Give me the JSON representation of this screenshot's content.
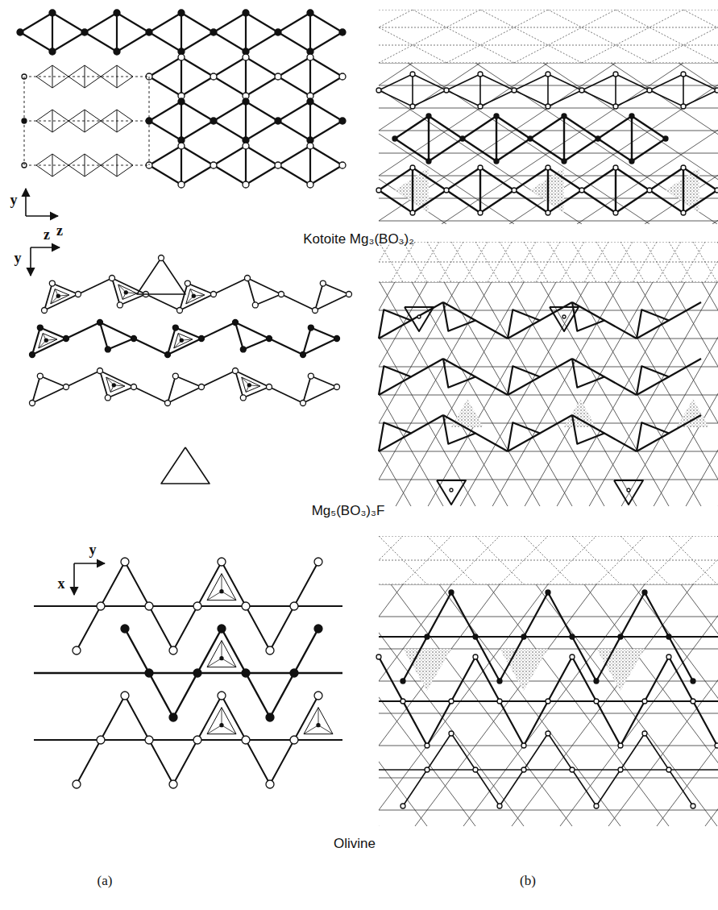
{
  "diagram": {
    "labels": [
      "y",
      "z",
      "Kotoite Mg₃(BO₃)₂",
      "z",
      "y",
      "Mg₅(BO₃)₃F",
      "y",
      "x",
      "Olivine",
      "(a)",
      "(b)"
    ]
  }
}
